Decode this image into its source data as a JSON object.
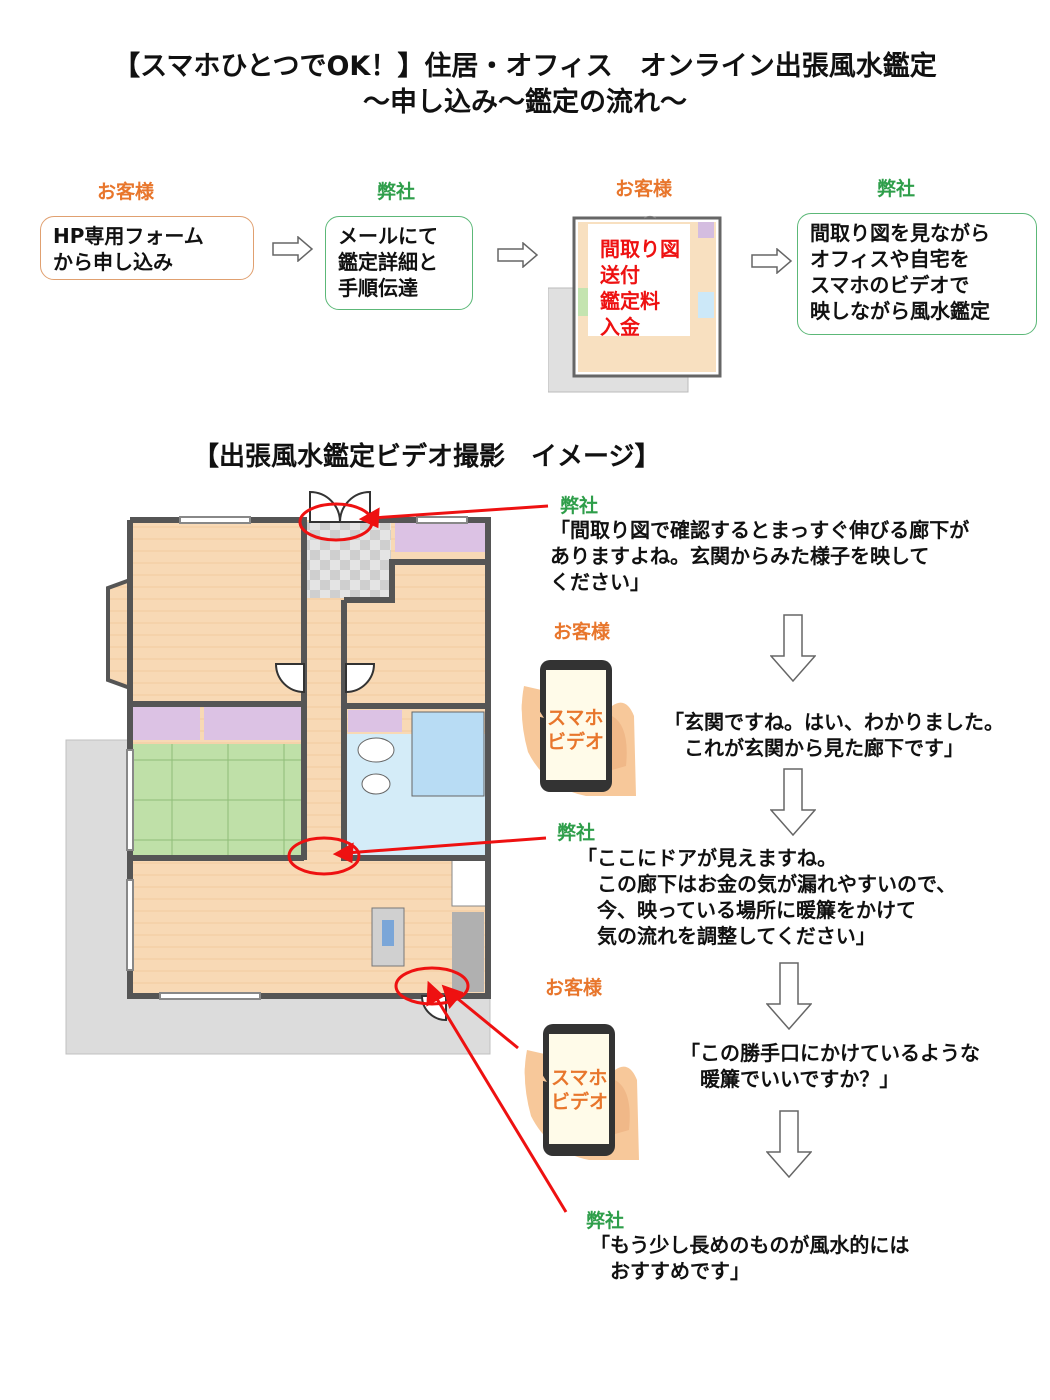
{
  "title": {
    "line1": "【スマホひとつでOK！】住居・オフィス　オンライン出張風水鑑定",
    "line2": "～申し込み～鑑定の流れ～"
  },
  "flow": [
    {
      "role": "お客様",
      "text": "HP専用フォーム\nから申し込み"
    },
    {
      "role": "弊社",
      "text": "メールにて\n鑑定詳細と\n手順伝達"
    },
    {
      "role": "お客様",
      "text": "間取り図\n送付\n鑑定料\n入金"
    },
    {
      "role": "弊社",
      "text": "間取り図を見ながら\nオフィスや自宅を\nスマホのビデオで\n映しながら風水鑑定"
    }
  ],
  "section_title": "【出張風水鑑定ビデオ撮影　イメージ】",
  "dialogue": [
    {
      "role": "弊社",
      "text": "「間取り図で確認するとまっすぐ伸びる廊下が\nありますよね。玄関からみた様子を映して\nください」"
    },
    {
      "role": "お客様",
      "text": "「玄関ですね。はい、わかりました。\n　これが玄関から見た廊下です」"
    },
    {
      "role": "弊社",
      "text": "「ここにドアが見えますね。\n　この廊下はお金の気が漏れやすいので、\n　今、映っている場所に暖簾をかけて\n　気の流れを調整してください」"
    },
    {
      "role": "お客様",
      "text": "「この勝手口にかけているような\n　暖簾でいいですか？」"
    },
    {
      "role": "弊社",
      "text": "「もう少し長めのものが風水的には\n　おすすめです」"
    }
  ],
  "phone_label": "スマホ\nビデオ",
  "colors": {
    "customer": "#e8762c",
    "company": "#2e9e4a",
    "highlight": "#e11",
    "floor": "#f8d9b5",
    "wall": "#555555"
  }
}
